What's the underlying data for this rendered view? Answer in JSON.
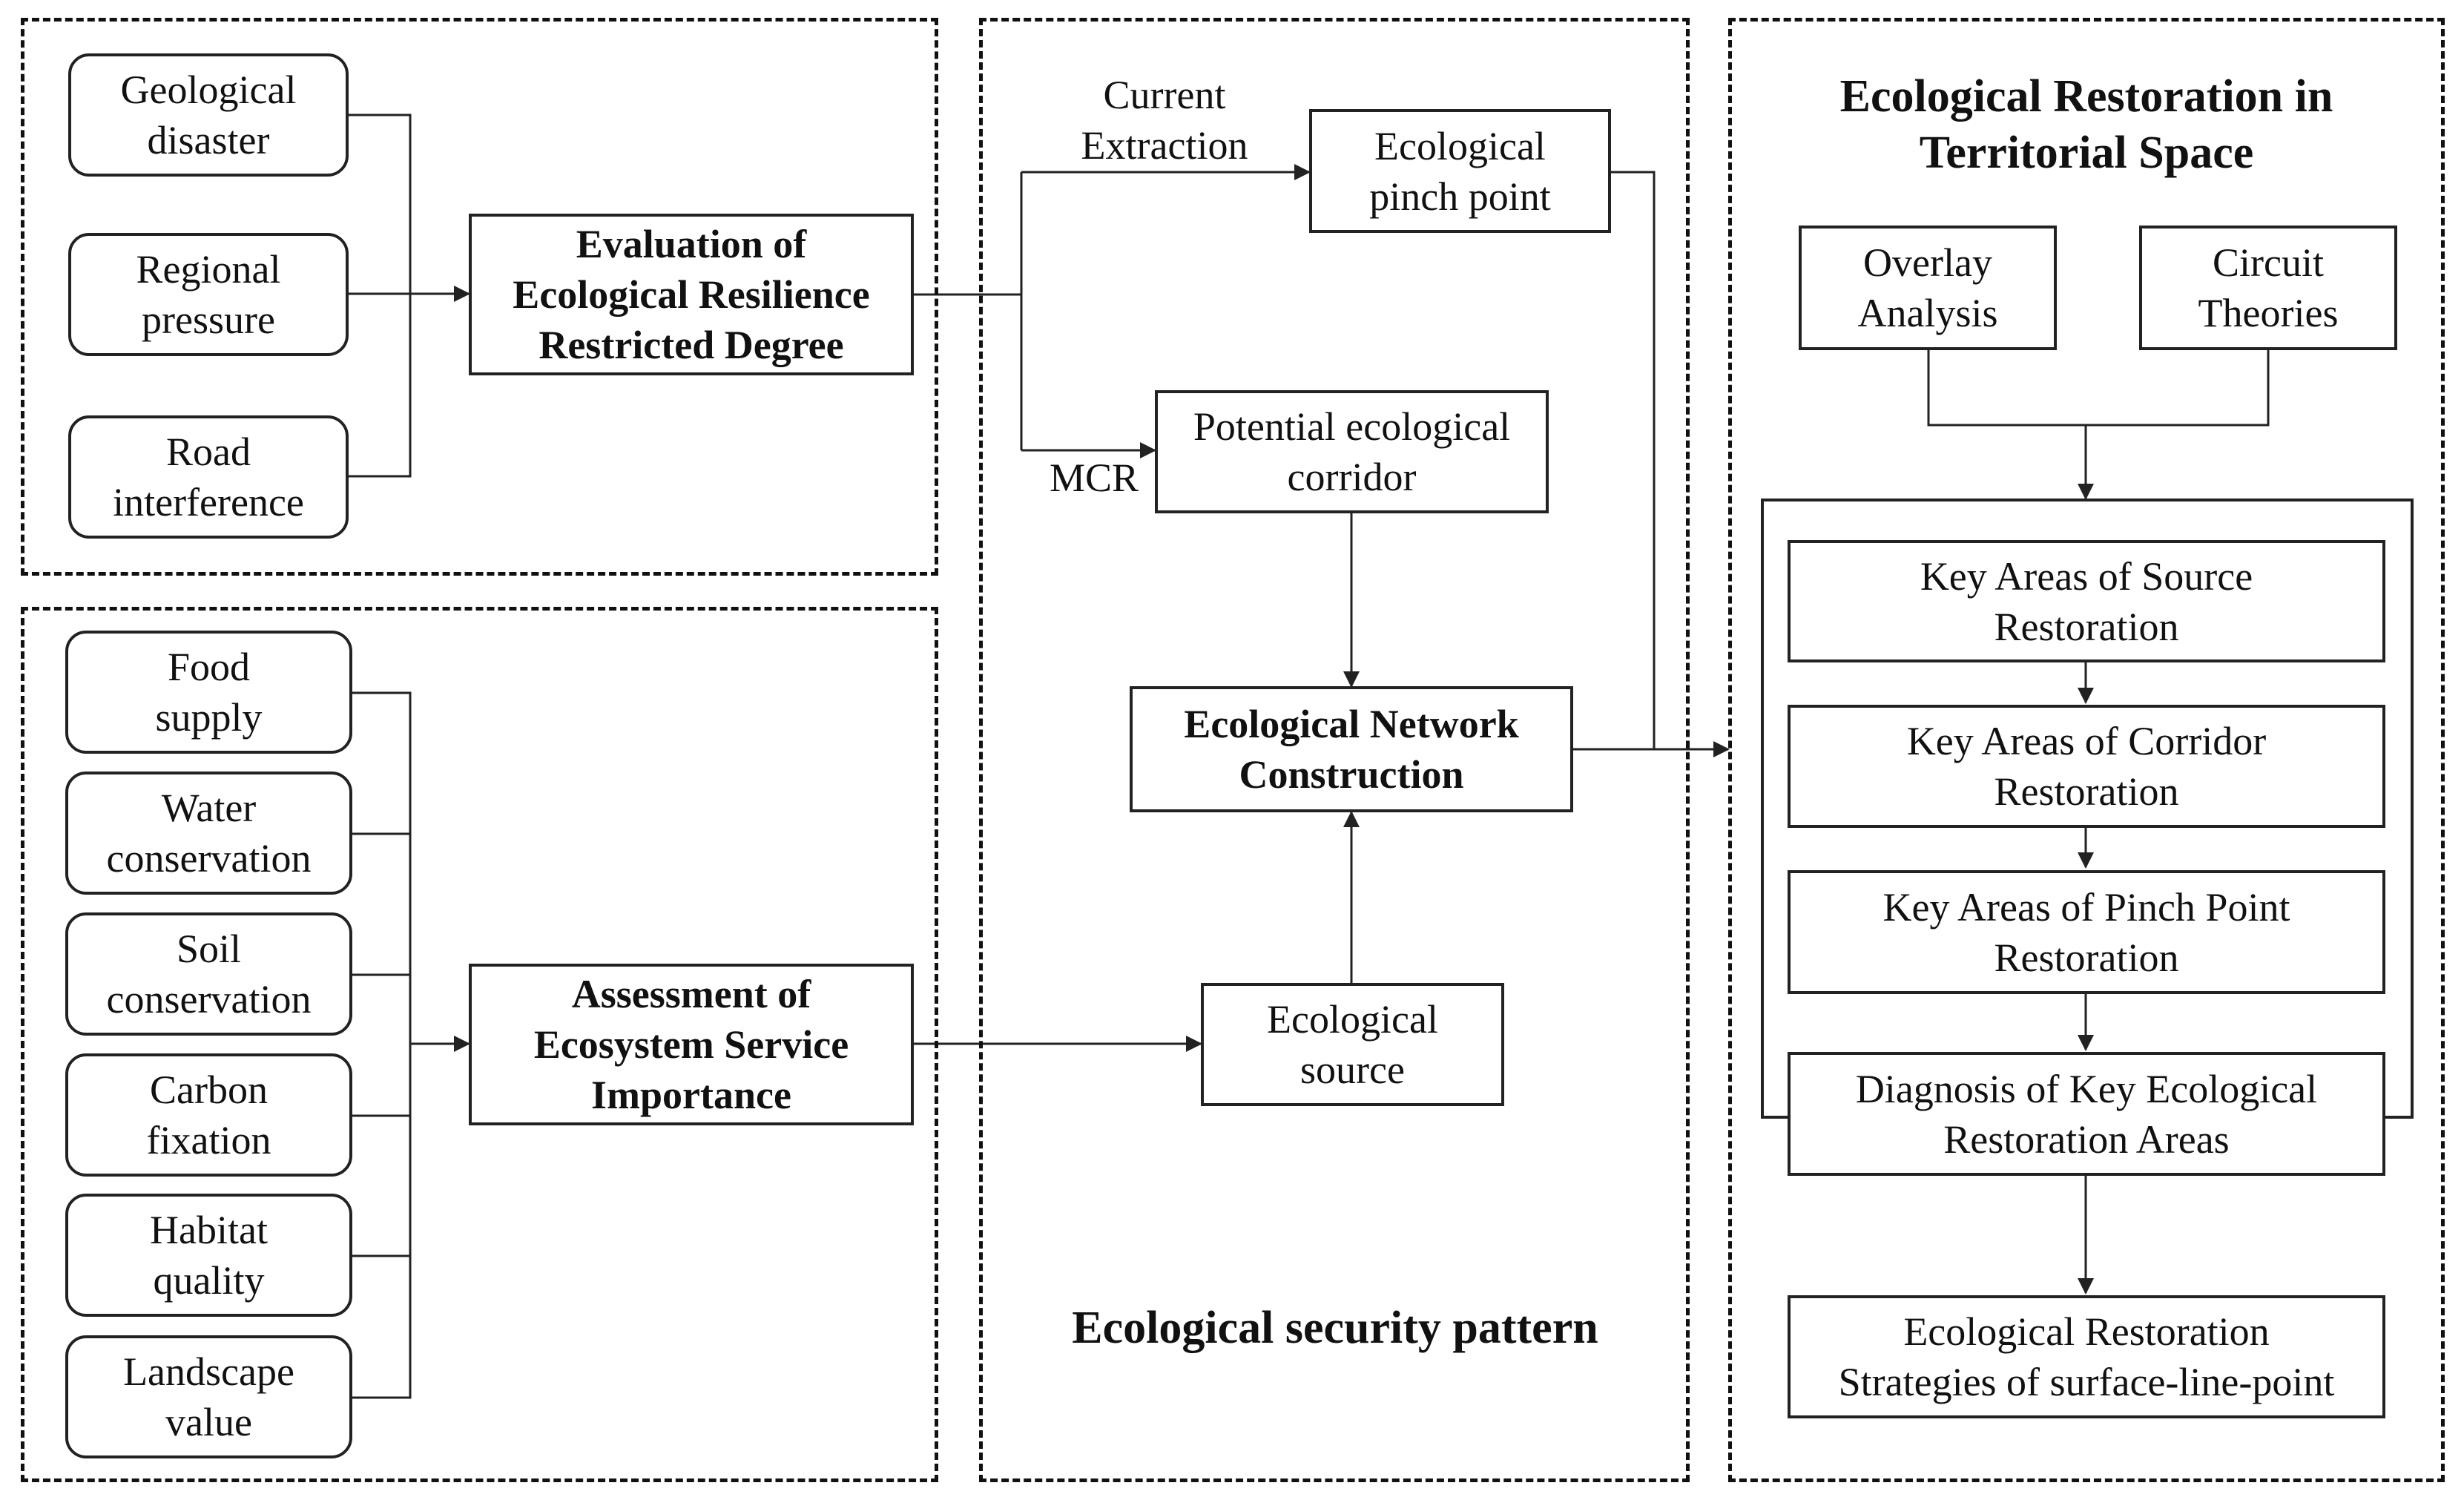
{
  "panels": {
    "right_title": "Ecological Restoration in\nTerritorial Space",
    "middle_title": "Ecological security pattern"
  },
  "left_top": {
    "factors": [
      "Geological\ndisaster",
      "Regional\npressure",
      "Road\ninterference"
    ],
    "evaluation": "Evaluation of\nEcological Resilience\nRestricted Degree"
  },
  "left_bottom": {
    "factors": [
      "Food\nsupply",
      "Water\nconservation",
      "Soil\nconservation",
      "Carbon\nfixation",
      "Habitat\nquality",
      "Landscape\nvalue"
    ],
    "assessment": "Assessment of\nEcosystem Service\nImportance"
  },
  "middle": {
    "current_extraction_label": "Current\nExtraction",
    "mcr_label": "MCR",
    "pinch_point": "Ecological\npinch point",
    "corridor": "Potential ecological\ncorridor",
    "network": "Ecological Network\nConstruction",
    "source": "Ecological\nsource"
  },
  "right": {
    "overlay": "Overlay\nAnalysis",
    "circuit": "Circuit\nTheories",
    "steps": [
      "Key Areas of Source\nRestoration",
      "Key Areas of Corridor\nRestoration",
      "Key Areas of Pinch Point\nRestoration",
      "Diagnosis of Key Ecological\nRestoration Areas"
    ],
    "strategies": "Ecological Restoration\nStrategies of surface-line-point"
  },
  "colors": {
    "stroke": "#222222",
    "dashed": "#111111",
    "background": "#ffffff"
  }
}
